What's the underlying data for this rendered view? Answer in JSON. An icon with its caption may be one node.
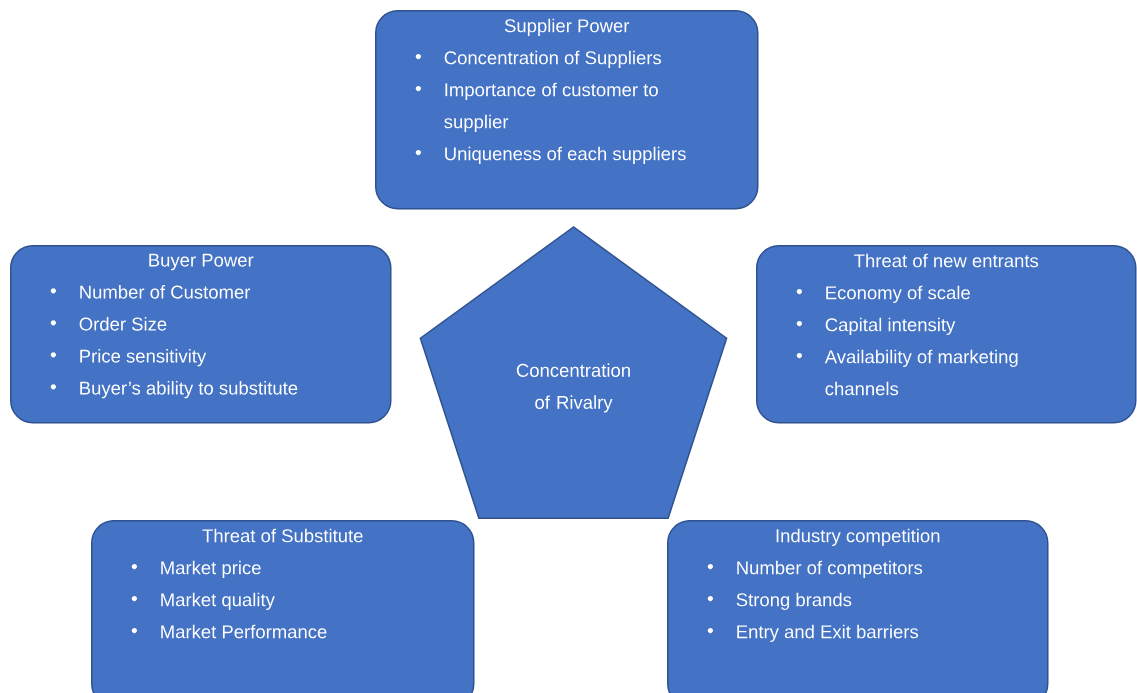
{
  "diagram": {
    "nodes": [
      {
        "text": [
          "Supplier Power",
          "Concentration of Suppliers",
          "Importance of customer to supplier",
          "Uniqueness of each suppliers"
        ]
      },
      {
        "text": [
          "Buyer Power",
          "Number of Customer",
          "Order Size",
          "Price sensitivity",
          "Buyer’s ability to substitute"
        ]
      },
      {
        "text": [
          "Concentration of Rivalry"
        ]
      },
      {
        "text": [
          "Threat of new entrants",
          "Economy of scale",
          "Capital intensity",
          "Availability of marketing channels"
        ]
      },
      {
        "text": [
          "Threat of Substitute",
          "Market price",
          "Market quality",
          "Market Performance"
        ]
      },
      {
        "text": [
          "Industry competition",
          "Number of competitors",
          "Strong brands",
          "Entry and Exit barriers"
        ]
      }
    ]
  }
}
